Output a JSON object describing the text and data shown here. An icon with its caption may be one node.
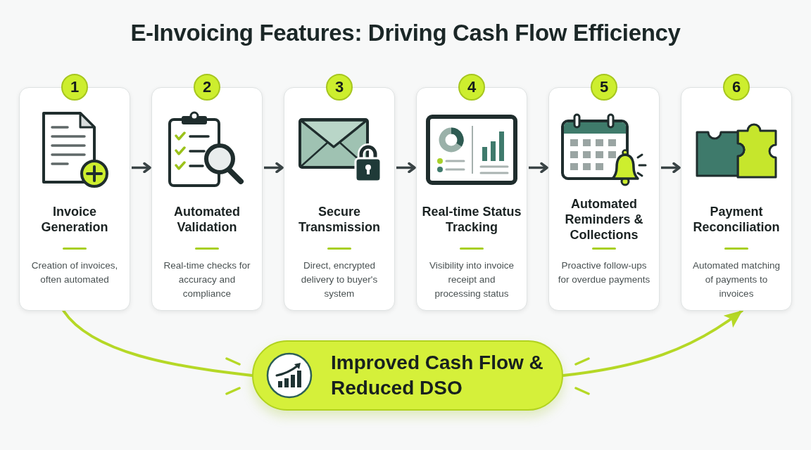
{
  "diagram": {
    "title": "E-Invoicing Features: Driving Cash Flow Efficiency",
    "nodes": [
      {
        "text": [
          "1"
        ]
      },
      {
        "text": [
          "Invoice Generation",
          "Creation of invoices, often automated"
        ]
      },
      {
        "text": [
          "2"
        ]
      },
      {
        "text": [
          "Automated Validation",
          "Real-time checks for accuracy and compliance"
        ]
      },
      {
        "text": [
          "3"
        ]
      },
      {
        "text": [
          "Secure Transmission",
          "Direct, encrypted delivery to buyer's system"
        ]
      },
      {
        "text": [
          "4"
        ]
      },
      {
        "text": [
          "Real-time Status Tracking",
          "Visibility into invoice receipt and processing status"
        ]
      },
      {
        "text": [
          "5"
        ]
      },
      {
        "text": [
          "Automated Reminders & Collections",
          "Proactive follow-ups for overdue payments"
        ]
      },
      {
        "text": [
          "6"
        ]
      },
      {
        "text": [
          "Payment Reconciliation",
          "Automated matching of payments to invoices"
        ]
      },
      {
        "text": [
          "Improved Cash Flow & Reduced DSO"
        ]
      }
    ],
    "edges": [
      {
        "from": 1,
        "to": 3,
        "arrow": "to"
      },
      {
        "from": 3,
        "to": 5,
        "arrow": "to"
      },
      {
        "from": 5,
        "to": 7,
        "arrow": "to"
      },
      {
        "from": 7,
        "to": 9,
        "arrow": "to"
      },
      {
        "from": 9,
        "to": 11,
        "arrow": "to"
      },
      {
        "from": 1,
        "to": 12,
        "arrow": "none",
        "color": "#b5d826"
      },
      {
        "from": 12,
        "to": 11,
        "arrow": "to",
        "color": "#b5d826"
      }
    ]
  }
}
